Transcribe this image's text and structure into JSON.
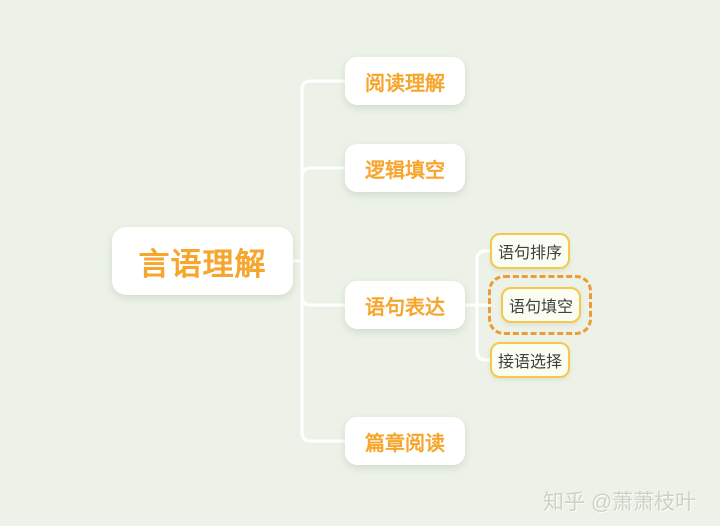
{
  "page": {
    "background": "#ecf2e7",
    "watermark": "知乎 @萧萧枝叶"
  },
  "colors": {
    "accent_orange": "#f6a52d",
    "leaf_border_yellow": "#f5c84b",
    "highlight_dash_orange": "#ef9c34",
    "leaf_text": "#3f4040",
    "node_background": "#ffffff",
    "leaf_background": "#fbfdf3",
    "connector": "#ffffff",
    "watermark_gray": "#ccd2c5"
  },
  "mindmap": {
    "root": {
      "label": "言语理解"
    },
    "children": [
      {
        "label": "阅读理解"
      },
      {
        "label": "逻辑填空"
      },
      {
        "label": "语句表达",
        "children": [
          {
            "label": "语句排序",
            "highlighted": false
          },
          {
            "label": "语句填空",
            "highlighted": true
          },
          {
            "label": "接语选择",
            "highlighted": false
          }
        ]
      },
      {
        "label": "篇章阅读"
      }
    ]
  }
}
